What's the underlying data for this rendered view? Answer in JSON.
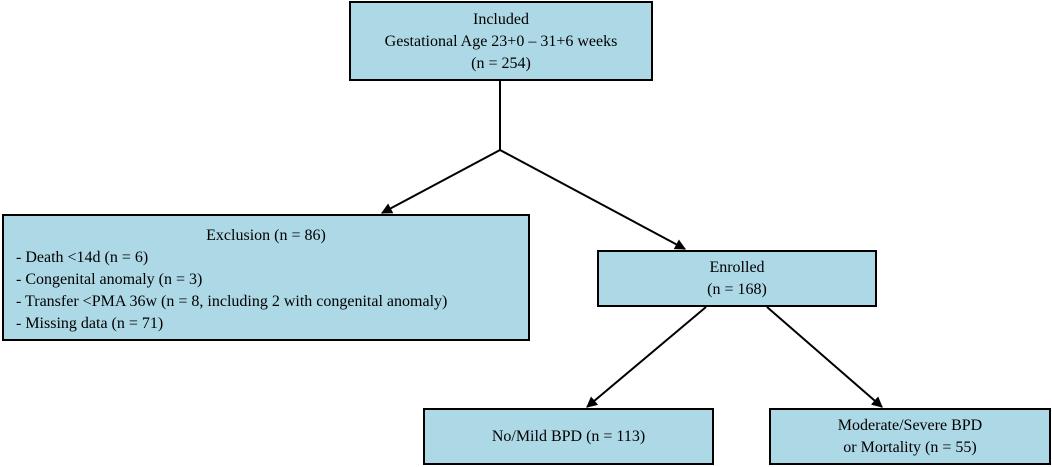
{
  "colors": {
    "box_fill": "#add8e6",
    "line": "#000000"
  },
  "included": {
    "lines": [
      "Included",
      "Gestational Age 23+0 – 31+6 weeks",
      "(n = 254)"
    ]
  },
  "exclusion": {
    "title": "Exclusion (n = 86)",
    "items": [
      "- Death <14d (n = 6)",
      "- Congenital anomaly (n = 3)",
      "- Transfer <PMA 36w (n = 8, including 2 with congenital anomaly)",
      "- Missing data (n = 71)"
    ]
  },
  "enrolled": {
    "lines": [
      "Enrolled",
      "(n = 168)"
    ]
  },
  "no_mild": {
    "lines": [
      "No/Mild BPD (n = 113)"
    ]
  },
  "mod_severe": {
    "lines": [
      "Moderate/Severe BPD",
      "or Mortality (n = 55)"
    ]
  }
}
